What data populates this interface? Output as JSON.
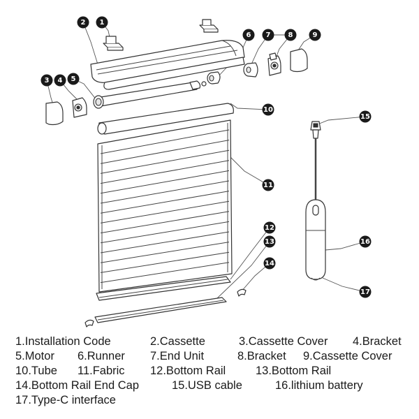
{
  "callout_numbers": [
    "1",
    "2",
    "3",
    "4",
    "5",
    "6",
    "7",
    "8",
    "9",
    "10",
    "11",
    "12",
    "13",
    "14",
    "15",
    "16",
    "17"
  ],
  "legend": {
    "rows": [
      [
        {
          "key": "1",
          "text": "1.Installation Code"
        },
        {
          "key": "2",
          "text": "2.Cassette"
        },
        {
          "key": "3",
          "text": "3.Cassette Cover"
        },
        {
          "key": "4",
          "text": "4.Bracket"
        }
      ],
      [
        {
          "key": "5",
          "text": "5.Motor"
        },
        {
          "key": "6",
          "text": "6.Runner"
        },
        {
          "key": "7",
          "text": "7.End Unit"
        },
        {
          "key": "8",
          "text": "8.Bracket"
        },
        {
          "key": "9",
          "text": "9.Cassette Cover"
        }
      ],
      [
        {
          "key": "10",
          "text": "10.Tube"
        },
        {
          "key": "11",
          "text": "11.Fabric"
        },
        {
          "key": "12",
          "text": "12.Bottom Rail"
        },
        {
          "key": "13",
          "text": "13.Bottom Rail"
        }
      ],
      [
        {
          "key": "14",
          "text": "14.Bottom Rail End Cap"
        },
        {
          "key": "15",
          "text": "15.USB cable"
        },
        {
          "key": "16",
          "text": "16.lithium battery"
        }
      ],
      [
        {
          "key": "17",
          "text": "17.Type-C interface"
        }
      ]
    ]
  },
  "colors": {
    "callout_fill": "#1a1a1a",
    "callout_text": "#ffffff",
    "line": "#333333",
    "text": "#1a1a1a"
  }
}
